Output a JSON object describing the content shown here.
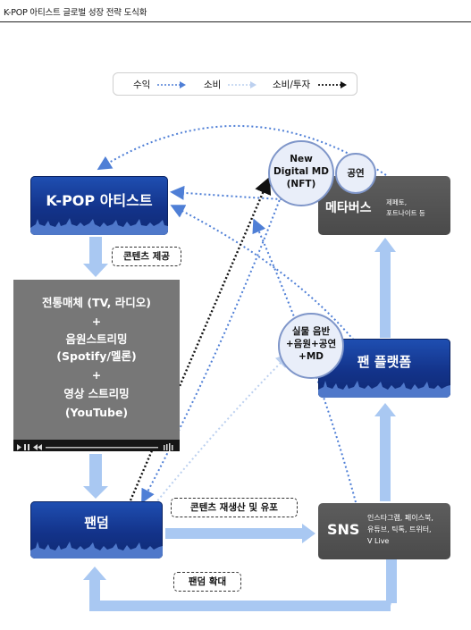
{
  "header": {
    "title": "K-POP 아티스트 글로벌 성장 전략 도식화"
  },
  "legend": {
    "revenue": "수익",
    "consumption": "소비",
    "consumption_investment": "소비/투자",
    "colors": {
      "revenue": "#4f7fd6",
      "consumption": "#bcd0ef",
      "consumption_investment": "#111111"
    }
  },
  "nodes": {
    "artist": {
      "label": "K-POP 아티스트"
    },
    "media": {
      "lines": [
        "전통매체 (TV, 라디오)",
        "+",
        "음원스트리밍",
        "(Spotify/멜론)",
        "+",
        "영상 스트리밍",
        "(YouTube)"
      ]
    },
    "fandom": {
      "label": "팬덤"
    },
    "sns": {
      "label": "SNS",
      "detail": [
        "인스타그램, 페이스북,",
        "유튜브, 틱톡, 트위터,",
        "V Live"
      ]
    },
    "platform": {
      "label": "팬 플랫폼"
    },
    "metaverse": {
      "label": "메타버스",
      "detail": [
        "제페토,",
        "포트나이트 등"
      ]
    },
    "nft_circle": {
      "lines": [
        "New",
        "Digital MD",
        "(NFT)"
      ]
    },
    "concert_circle": {
      "label": "공연"
    },
    "merch_circle": {
      "lines": [
        "실물 음반",
        "+음원+공연",
        "+MD"
      ]
    }
  },
  "tags": {
    "content_provide": "콘텐츠 제공",
    "content_reproduce": "콘텐츠 재생산 및 유포",
    "fandom_expand": "팬덤 확대"
  },
  "colors": {
    "flow_arrow": "#a9c8f2",
    "box_blue": "#13338a",
    "box_dark": "#4f4f4f"
  }
}
